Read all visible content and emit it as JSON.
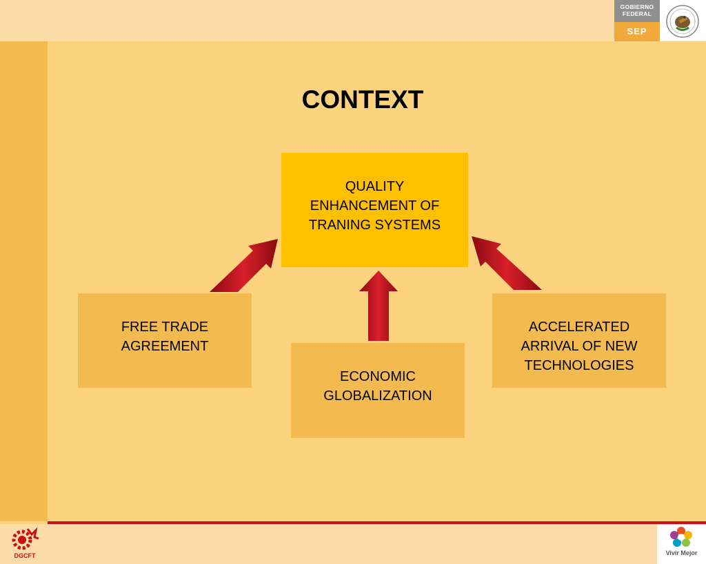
{
  "header": {
    "gobierno_line1": "Gobierno",
    "gobierno_line2": "Federal",
    "sep": "SEP"
  },
  "title": "CONTEXT",
  "boxes": {
    "center": "QUALITY\nENHANCEMENT OF\nTRANING SYSTEMS",
    "left": "FREE TRADE\nAGREEMENT",
    "middle": "ECONOMIC\nGLOBALIZATION",
    "right": "ACCELERATED\nARRIVAL OF NEW\nTECHNOLOGIES"
  },
  "footer": {
    "left_logo": "DGCFT",
    "right_logo": "Vivir Mejor"
  },
  "colors": {
    "background": "#fbd27e",
    "strip": "#f3bb4f",
    "center_box": "#ffc000",
    "side_box": "#f3bb4f",
    "arrow": "#c8101a",
    "accent_line": "#c8101a"
  },
  "icons": [
    "mexico-seal-icon",
    "dgcft-gear-icon",
    "vivir-mejor-flower-icon"
  ]
}
